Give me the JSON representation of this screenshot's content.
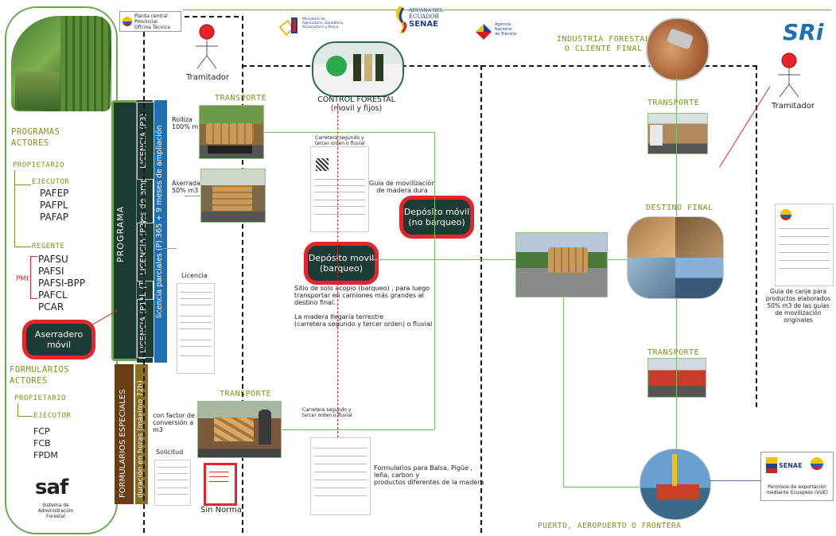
{
  "header": {
    "planta_lines": [
      "Planta central",
      "Provincial",
      "Oficina Técnica"
    ],
    "ministerio_lines": [
      "Ministerio de",
      "Agricultura, Ganadería,",
      "Acuacultura y Pesca"
    ],
    "aduana_lines": [
      "ADUANA DEL",
      "ECUADOR",
      "SENAE"
    ],
    "agencia_lines": [
      "Agencia",
      "Nacional",
      "de Tránsito"
    ],
    "sri": "SRi"
  },
  "left": {
    "programas": [
      "PROGRAMAS",
      "ACTORES"
    ],
    "propietario": "PROPIETARIO",
    "ejecutor": "EJECUTOR",
    "ejecutor_items": [
      "PAFEP",
      "PAFPL",
      "PAFAP"
    ],
    "regente": "REGENTE",
    "pmi": "PMI",
    "regente_items": [
      "PAFSU",
      "PAFSI",
      "PAFSI-BPP",
      "PAFCL",
      "PCAR"
    ],
    "aserradero": [
      "Aserradero",
      "móvil"
    ],
    "formularios": [
      "FORMULARIOS",
      "ACTORES"
    ],
    "propietario2": "PROPIETARIO",
    "ejecutor2": "EJECUTOR",
    "form_items": [
      "FCP",
      "FCB",
      "FPDM"
    ],
    "saf": "saf",
    "saf_sub": [
      "Sistema de",
      "Administración Forestal"
    ]
  },
  "bars": {
    "programa": "PROGRAMA",
    "licencia_total": "LICENCIA TOTAL (T) 365 + 9 meses de ampliación",
    "licencia_parciales": "licencia parciales (P) 365 + 9 meses de ampliación",
    "p3": "LICENCIA (P3)",
    "p2": "LICENCIA (P2)",
    "p1": "LICENCIA (P1)",
    "formularios_especiales": "FORMULARIOS ESPECIALES",
    "duracion": "duración en horas (máximo 72h)"
  },
  "actors": {
    "tramitador_left": "Tramitador",
    "tramitador_right": "Tramitador"
  },
  "center": {
    "transporte_top": "TRANSPORTE",
    "rolliza": [
      "Rolliza",
      "100% m3"
    ],
    "aserrada": [
      "Aserrada",
      "50% m3"
    ],
    "licencia": "Licencia",
    "control_forestal": [
      "CONTROL FORESTAL",
      "(movil y fijos)"
    ],
    "carretera_top": [
      "Carretera segundo y",
      "tercer orden o fluvial"
    ],
    "guia": [
      "Guia de movilización",
      "de madera dura"
    ],
    "deposito_no_barqueo": [
      "Depósito móvil",
      "(no barqueo)"
    ],
    "deposito_barqueo": [
      "Depósito movil",
      "(barqueo)"
    ],
    "sitio_text": [
      "Sitio de solo acopio (barqueo) , para luego",
      "transportar en camiones más grandes  al",
      "destino final."
    ],
    "madera_text": [
      "La madera llegaría terrestre",
      "(carretera segundo y tercer orden) o fluvial"
    ],
    "transporte_bottom": "TRANSPORTE",
    "con_factor": [
      "con factor de",
      "conversión a",
      "m3"
    ],
    "carretera_bottom": [
      "Carretera segundo y",
      "tercer orden o fluvial"
    ],
    "solicitud": "Solicitud",
    "sin_norma": "Sin Norma",
    "formularios_para": [
      "Formularios para Balsa, Pigüe ,",
      "leña, carbon y",
      "productos diferentes de la madera"
    ]
  },
  "right": {
    "industria": [
      "INDUSTRIA FORESTAL",
      "O CLIENTE FINAL"
    ],
    "transporte1": "TRANSPORTE",
    "destino_final": "DESTINO FINAL",
    "transporte2": "TRANSPORTE",
    "guia_canje": [
      "Guia de canje para",
      "productos elaborados",
      "50% m3 de las guias",
      "de movilización  originales"
    ],
    "permisos": [
      "Permisos de exportación",
      "mediante Ecuapass (VUE)"
    ],
    "puerto": "PUERTO, AEROPUERTO O FRONTERA"
  },
  "colors": {
    "green_bar": "#1c3b34",
    "blue_bar": "#1f6fb2",
    "brown_bar": "#6b3d12",
    "olive_bar": "#8c6d1f",
    "red": "#e8232a",
    "olive_text": "#8a8f1f"
  }
}
